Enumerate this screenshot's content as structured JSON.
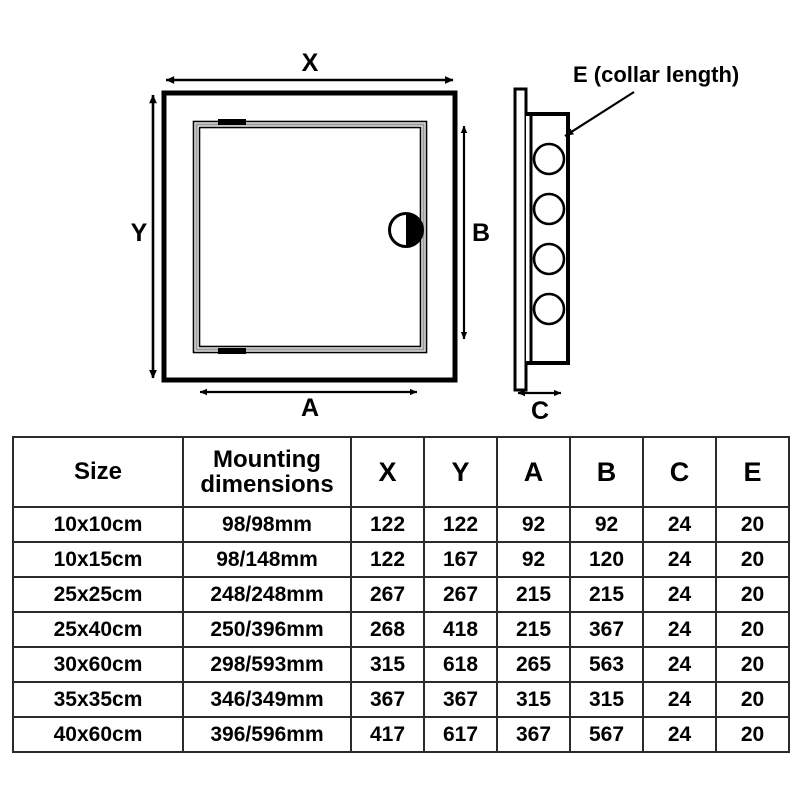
{
  "diagram": {
    "front_view": {
      "name": "front view of access panel",
      "labels": {
        "x": "X",
        "y": "Y",
        "a": "A",
        "b": "B"
      },
      "latch": "turn-latch",
      "hinges": 2
    },
    "side_view": {
      "name": "side section view",
      "labels": {
        "c": "C",
        "e": "E (collar length)"
      },
      "collar_holes": 4
    }
  },
  "table": {
    "headers": [
      "Size",
      "Mounting dimensions",
      "X",
      "Y",
      "A",
      "B",
      "C",
      "E"
    ],
    "rows": [
      {
        "size": "10x10cm",
        "mounting": "98/98mm",
        "x": "122",
        "y": "122",
        "a": "92",
        "b": "92",
        "c": "24",
        "e": "20"
      },
      {
        "size": "10x15cm",
        "mounting": "98/148mm",
        "x": "122",
        "y": "167",
        "a": "92",
        "b": "120",
        "c": "24",
        "e": "20"
      },
      {
        "size": "25x25cm",
        "mounting": "248/248mm",
        "x": "267",
        "y": "267",
        "a": "215",
        "b": "215",
        "c": "24",
        "e": "20"
      },
      {
        "size": "25x40cm",
        "mounting": "250/396mm",
        "x": "268",
        "y": "418",
        "a": "215",
        "b": "367",
        "c": "24",
        "e": "20"
      },
      {
        "size": "30x60cm",
        "mounting": "298/593mm",
        "x": "315",
        "y": "618",
        "a": "265",
        "b": "563",
        "c": "24",
        "e": "20"
      },
      {
        "size": "35x35cm",
        "mounting": "346/349mm",
        "x": "367",
        "y": "367",
        "a": "315",
        "b": "315",
        "c": "24",
        "e": "20"
      },
      {
        "size": "40x60cm",
        "mounting": "396/596mm",
        "x": "417",
        "y": "617",
        "a": "367",
        "b": "567",
        "c": "24",
        "e": "20"
      }
    ]
  },
  "colors": {
    "line": "#000000",
    "table_border": "#2b2b2b",
    "background": "#ffffff",
    "inner_panel_shade": "#9a9a9a"
  }
}
